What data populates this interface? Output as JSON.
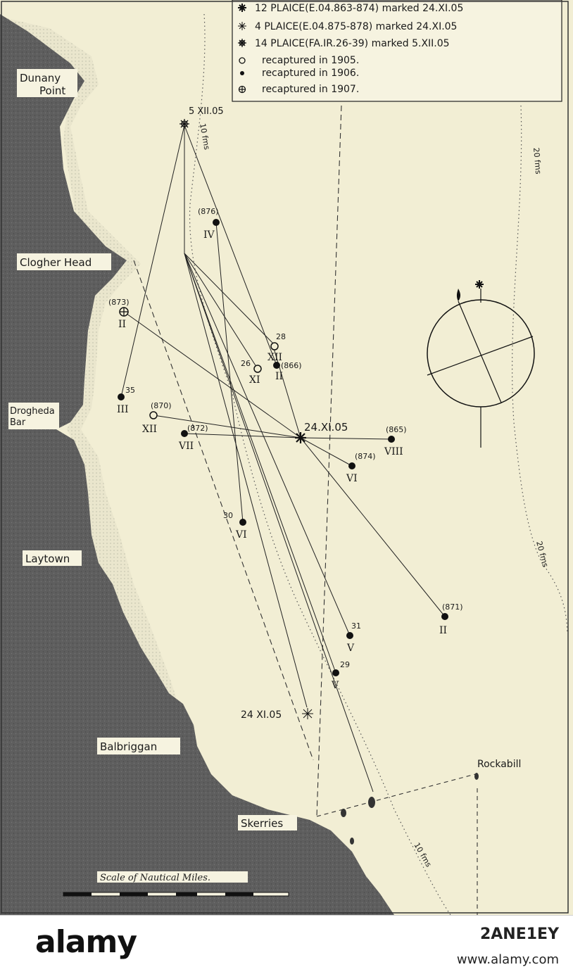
{
  "legend": {
    "rows": [
      {
        "symbol": "star-filled",
        "text": "12 PLAICE(E.04.863-874) marked 24.XI.05"
      },
      {
        "symbol": "star-open",
        "text": "4 PLAICE(E.04.875-878) marked 24.XI.05"
      },
      {
        "symbol": "star-gear",
        "text": "14 PLAICE(FA.IR.26-39) marked 5.XII.05"
      },
      {
        "symbol": "circle-open",
        "text": "recaptured in 1905."
      },
      {
        "symbol": "circle-filled",
        "text": "recaptured in 1906."
      },
      {
        "symbol": "circle-cross",
        "text": "recaptured in 1907."
      }
    ]
  },
  "places": {
    "dunany": [
      "Dunany",
      "Point"
    ],
    "clogher": "Clogher Head",
    "drogheda": [
      "Drogheda",
      "Bar"
    ],
    "laytown": "Laytown",
    "balbriggan": "Balbriggan",
    "skerries": "Skerries",
    "rockabill": "Rockabill"
  },
  "release_points": {
    "north": "5 XII.05",
    "center": "24.XI.05",
    "south": "24 XI.05"
  },
  "depth_labels": {
    "ten_north": "10 fms",
    "twenty_top": "20 fms",
    "twenty_mid": "20 fms",
    "ten_south": "10 fms"
  },
  "scale_label": "Scale of Nautical Miles.",
  "recaptures": [
    {
      "id": "876",
      "month": "IV",
      "symbol": "circle-filled"
    },
    {
      "id": "873",
      "month": "II",
      "symbol": "circle-cross"
    },
    {
      "id": "28",
      "month": "XII",
      "symbol": "circle-open"
    },
    {
      "id": "26",
      "month": "XI",
      "symbol": "circle-open"
    },
    {
      "id": "866",
      "month": "II",
      "symbol": "circle-filled"
    },
    {
      "id": "35",
      "month": "III",
      "symbol": "circle-filled"
    },
    {
      "id": "870",
      "month": "XII",
      "symbol": "circle-open"
    },
    {
      "id": "872",
      "month": "VII",
      "symbol": "circle-filled"
    },
    {
      "id": "865",
      "month": "VIII",
      "symbol": "circle-filled"
    },
    {
      "id": "874",
      "month": "VI",
      "symbol": "circle-filled"
    },
    {
      "id": "30",
      "month": "VI",
      "symbol": "circle-filled"
    },
    {
      "id": "871",
      "month": "II",
      "symbol": "circle-filled"
    },
    {
      "id": "31",
      "month": "V",
      "symbol": "circle-filled"
    },
    {
      "id": "29",
      "month": "V",
      "symbol": "circle-filled"
    }
  ],
  "footer": {
    "brand": "alamy",
    "image_id": "2ANE1EY",
    "url": "www.alamy.com"
  },
  "colors": {
    "sea": "#f2eed4",
    "land": "#5e5e5e",
    "ink": "#1a1a1a"
  }
}
